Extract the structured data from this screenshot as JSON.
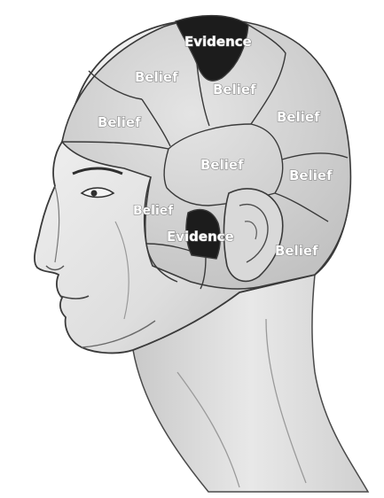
{
  "diagram": {
    "regions": [
      {
        "id": "evidence-top",
        "label": "Evidence",
        "kind": "evidence"
      },
      {
        "id": "belief-1",
        "label": "Belief",
        "kind": "belief"
      },
      {
        "id": "belief-2",
        "label": "Belief",
        "kind": "belief"
      },
      {
        "id": "belief-3",
        "label": "Belief",
        "kind": "belief"
      },
      {
        "id": "belief-4",
        "label": "Belief",
        "kind": "belief"
      },
      {
        "id": "belief-5",
        "label": "Belief",
        "kind": "belief"
      },
      {
        "id": "belief-6",
        "label": "Belief",
        "kind": "belief"
      },
      {
        "id": "belief-7",
        "label": "Belief",
        "kind": "belief"
      },
      {
        "id": "evidence-bottom",
        "label": "Evidence",
        "kind": "evidence"
      },
      {
        "id": "belief-8",
        "label": "Belief",
        "kind": "belief"
      }
    ],
    "colors": {
      "belief_fill": "#d6d6d6",
      "evidence_fill": "#1c1c1c",
      "outline": "#3a3a3a",
      "skin_light": "#f2f2f2",
      "skin_shade": "#bdbdbd"
    }
  }
}
